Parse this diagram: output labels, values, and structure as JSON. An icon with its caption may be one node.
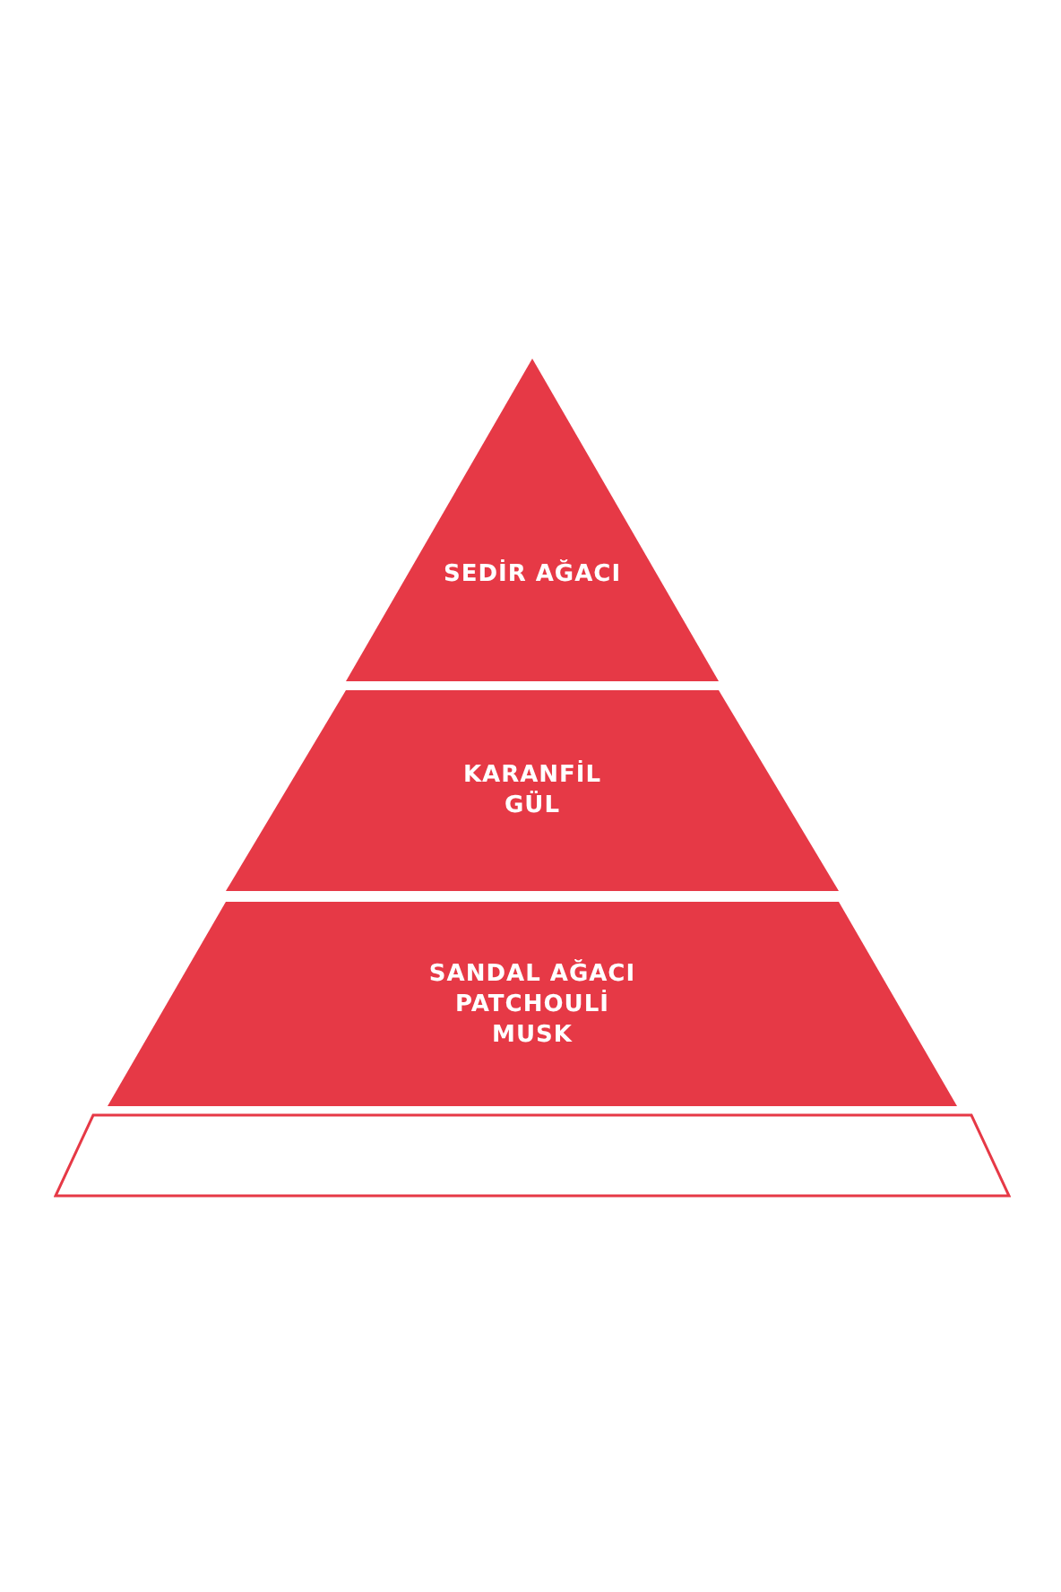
{
  "diagram": {
    "nodes": [
      {
        "text": [
          "SEDİR AĞACI"
        ]
      },
      {
        "text": [
          "KARANFİL",
          "GÜL"
        ]
      },
      {
        "text": [
          "SANDAL AĞACI",
          "PATCHOULİ",
          "MUSK"
        ]
      },
      {
        "text": [],
        "shape": "band"
      }
    ]
  }
}
